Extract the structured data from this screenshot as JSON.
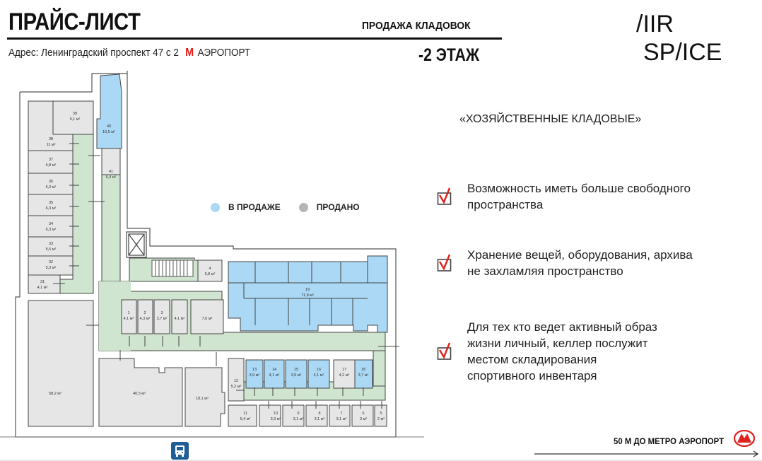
{
  "header": {
    "title": "ПРАЙС-ЛИСТ",
    "address_prefix": "Адрес: Ленинградский проспект 47 с 2",
    "metro_symbol": "М",
    "metro_station": "АЭРОПОРТ",
    "sale_label": "ПРОДАЖА КЛАДОВОК",
    "floor_label": "-2 ЭТАЖ"
  },
  "logo": {
    "line1": "/IIR",
    "line2": "SP/ICE"
  },
  "legend": {
    "available_label": "В ПРОДАЖЕ",
    "sold_label": "ПРОДАНО",
    "available_color": "#aad8f5",
    "sold_color": "#b5b5b5"
  },
  "colors": {
    "available": "#aad8f5",
    "sold": "#e6e6e6",
    "corridor": "#cfe5cf",
    "wall": "#3a3a3a",
    "accent_red": "#e0201b",
    "bus_blue": "#1f5e97"
  },
  "info": {
    "section_title": "«ХОЗЯЙСТВЕННЫЕ КЛАДОВЫЕ»",
    "benefits": [
      {
        "line1": "Возможность иметь больше свободного",
        "line2": "пространства"
      },
      {
        "line1": "Хранение вещей, оборудования, архива",
        "line2": "не захламляя пространство"
      },
      {
        "line1": "Для тех кто ведет активный образ",
        "line2": "жизни личный, келлер послужит",
        "line3": "местом складирования",
        "line4": "спортивного инвентаря"
      }
    ]
  },
  "footer": {
    "metro_distance": "50 М ДО МЕТРО АЭРОПОРТ",
    "metro_symbol": "М"
  },
  "rooms": {
    "r1": {
      "num": "1",
      "area": "4,1 м²",
      "status": "sold"
    },
    "r2": {
      "num": "2",
      "area": "4,3 м²",
      "status": "sold"
    },
    "r3": {
      "num": "3",
      "area": "3,7 м²",
      "status": "sold"
    },
    "r3b": {
      "num": "",
      "area": "4,1 м²",
      "status": "sold"
    },
    "r3c": {
      "num": "",
      "area": "7,6 м²",
      "status": "sold"
    },
    "r4": {
      "num": "4",
      "area": "5,8 м²",
      "status": "sold"
    },
    "r5": {
      "num": "5",
      "area": "2 м²",
      "status": "sold"
    },
    "r6": {
      "num": "6",
      "area": "3 м²",
      "status": "sold"
    },
    "r7": {
      "num": "7",
      "area": "3,1 м²",
      "status": "sold"
    },
    "r8": {
      "num": "8",
      "area": "3,1 м²",
      "status": "sold"
    },
    "r9": {
      "num": "9",
      "area": "3,1 м²",
      "status": "sold"
    },
    "r10": {
      "num": "10",
      "area": "3,3 м²",
      "status": "sold"
    },
    "r11": {
      "num": "11",
      "area": "5,4 м²",
      "status": "sold"
    },
    "r12": {
      "num": "12",
      "area": "5,2 м²",
      "status": "sold"
    },
    "r13": {
      "num": "13",
      "area": "3,9 м²",
      "status": "available"
    },
    "r14": {
      "num": "14",
      "area": "4,1 м²",
      "status": "available"
    },
    "r15": {
      "num": "15",
      "area": "3,9 м²",
      "status": "available"
    },
    "r16": {
      "num": "16",
      "area": "4,1 м²",
      "status": "available"
    },
    "r17": {
      "num": "17",
      "area": "4,2 м²",
      "status": "sold"
    },
    "r18": {
      "num": "18",
      "area": "3,7 м²",
      "status": "available"
    },
    "r19": {
      "num": "19",
      "area": "71,8 м²",
      "status": "available"
    },
    "r31": {
      "num": "31",
      "area": "4,1 м²",
      "status": "sold"
    },
    "r32": {
      "num": "32",
      "area": "5,3 м²",
      "status": "sold"
    },
    "r33": {
      "num": "33",
      "area": "5,5 м²",
      "status": "sold"
    },
    "r34": {
      "num": "34",
      "area": "6,3 м²",
      "status": "sold"
    },
    "r35": {
      "num": "35",
      "area": "6,3 м²",
      "status": "sold"
    },
    "r36": {
      "num": "36",
      "area": "6,3 м²",
      "status": "sold"
    },
    "r37": {
      "num": "37",
      "area": "6,8 м²",
      "status": "sold"
    },
    "r38": {
      "num": "38",
      "area": "11 м²",
      "status": "sold"
    },
    "r39": {
      "num": "39",
      "area": "9,1 м²",
      "status": "sold"
    },
    "r40": {
      "num": "40",
      "area": "10,5 м²",
      "status": "available"
    },
    "r41": {
      "num": "41",
      "area": "6,4 м²",
      "status": "sold"
    },
    "big1": {
      "num": "",
      "area": "58,2 м²",
      "status": "sold"
    },
    "big2": {
      "num": "",
      "area": "40,5 м²",
      "status": "sold"
    },
    "big3": {
      "num": "",
      "area": "18,1 м²",
      "status": "sold"
    }
  }
}
